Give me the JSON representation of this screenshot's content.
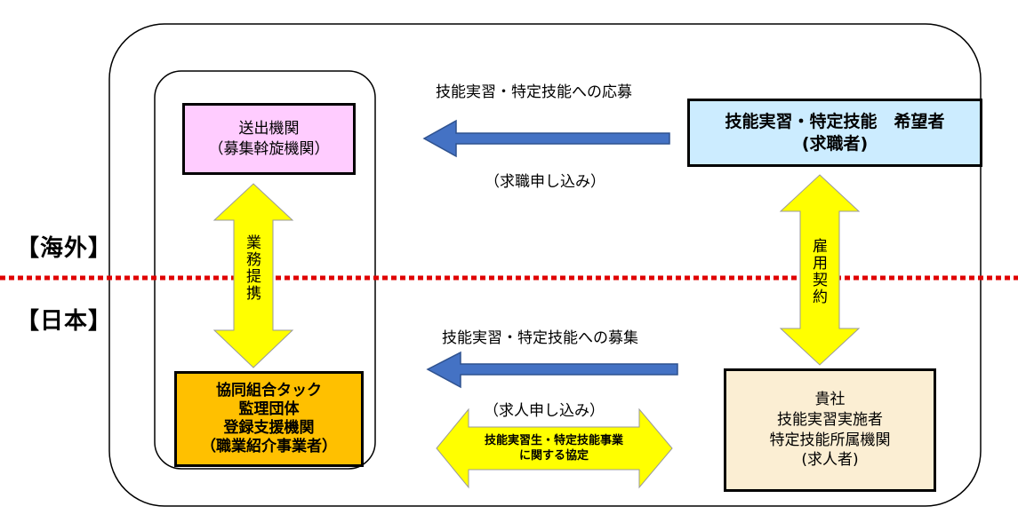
{
  "regions": {
    "overseas": "【海外】",
    "japan": "【日本】"
  },
  "boxes": {
    "sending_org": {
      "line1": "送出機関",
      "line2": "（募集斡旋機関）"
    },
    "applicant": {
      "line1": "技能実習・特定技能　希望者",
      "line2": "(求職者)"
    },
    "cooperative": {
      "line1": "協同組合タック",
      "line2": "監理団体",
      "line3": "登録支援機関",
      "line4": "（職業紹介事業者）"
    },
    "company": {
      "line1": "貴社",
      "line2": "技能実習実施者",
      "line3": "特定技能所属機関",
      "line4": "(求人者)"
    }
  },
  "arrows": {
    "top_label": "技能実習・特定技能への応募",
    "top_sub": "（求職申し込み）",
    "bottom_label": "技能実習・特定技能への募集",
    "bottom_sub": "（求人申し込み）",
    "business_partnership": "業務提携",
    "employment_contract": "雇用契約",
    "agreement_line1": "技能実習生・特定技能事業",
    "agreement_line2": "に関する協定"
  },
  "colors": {
    "sending_org_fill": "#ffccff",
    "applicant_fill": "#ccecff",
    "cooperative_fill": "#ffc000",
    "company_fill": "#fbeed3",
    "yellow_arrow": "#ffff00",
    "blue_arrow": "#4472c4",
    "dotted_line": "#e00000"
  }
}
